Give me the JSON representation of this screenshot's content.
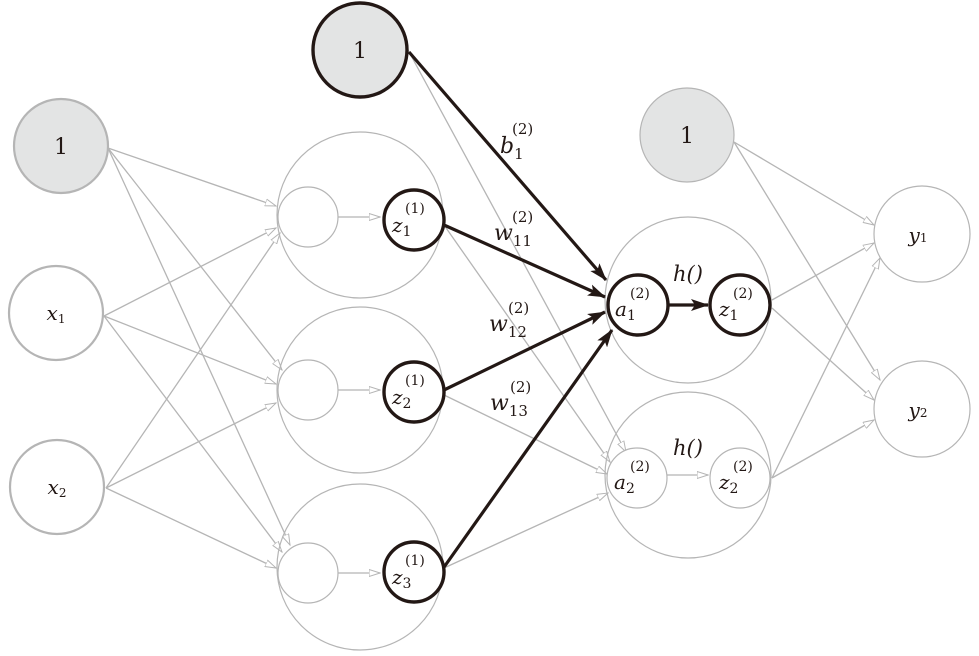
{
  "diagram": {
    "title": "Neural network signal transmission from layer 1 to layer 2 (highlighted a1(2) computation)",
    "colors": {
      "ink": "#231815",
      "gray": "#b5b5b5",
      "bias_fill": "#e3e4e4"
    },
    "nodes": {
      "bias_input": {
        "label": "1"
      },
      "x1": {
        "base": "x",
        "sub": "1"
      },
      "x2": {
        "base": "x",
        "sub": "2"
      },
      "bias_hidden1": {
        "label": "1"
      },
      "z1_1": {
        "base": "z",
        "sub": "1",
        "sup": "(1)"
      },
      "z2_1": {
        "base": "z",
        "sub": "2",
        "sup": "(1)"
      },
      "z3_1": {
        "base": "z",
        "sub": "3",
        "sup": "(1)"
      },
      "a1_2": {
        "base": "a",
        "sub": "1",
        "sup": "(2)"
      },
      "a2_2": {
        "base": "a",
        "sub": "2",
        "sup": "(2)"
      },
      "z1_2": {
        "base": "z",
        "sub": "1",
        "sup": "(2)"
      },
      "z2_2": {
        "base": "z",
        "sub": "2",
        "sup": "(2)"
      },
      "bias_hidden2": {
        "label": "1"
      },
      "y1": {
        "base": "y",
        "sub": "1"
      },
      "y2": {
        "base": "y",
        "sub": "2"
      }
    },
    "edge_labels": {
      "b1": {
        "base": "b",
        "sub": "1",
        "sup": "(2)"
      },
      "w11": {
        "base": "w",
        "sub": "11",
        "sup": "(2)"
      },
      "w12": {
        "base": "w",
        "sub": "12",
        "sup": "(2)"
      },
      "w13": {
        "base": "w",
        "sub": "13",
        "sup": "(2)"
      },
      "h1": "h()",
      "h2": "h()"
    }
  }
}
